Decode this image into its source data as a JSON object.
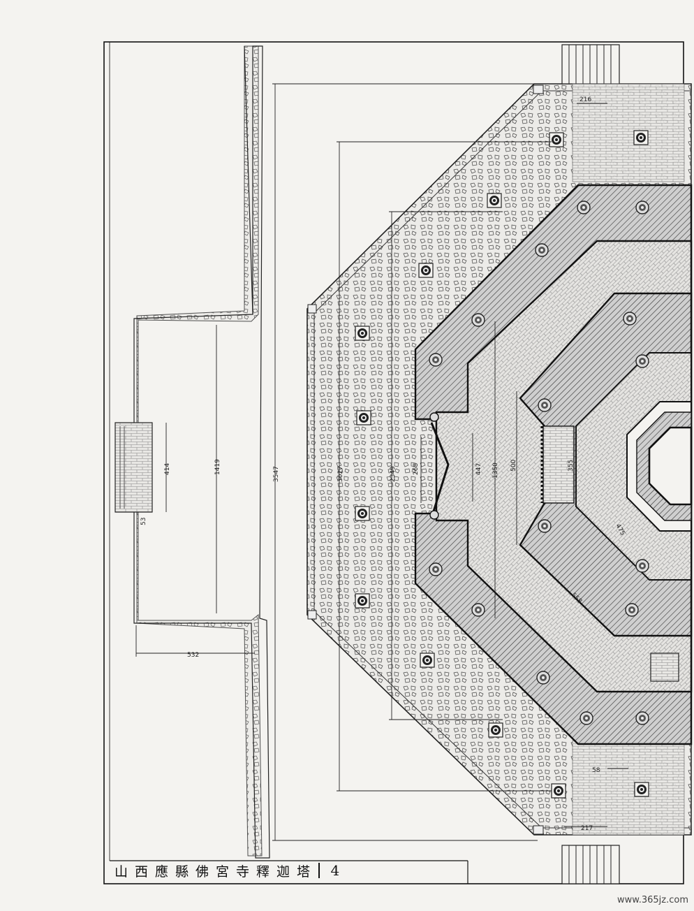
{
  "title_block": {
    "name": "山西應縣佛宮寺釋迦塔",
    "plate_number": "4"
  },
  "dimensions": {
    "d216": "216",
    "d414": "414",
    "d1419": "1419",
    "d3547": "3547",
    "d3027": "3027",
    "d2349": "2349",
    "d268": "268",
    "d447": "447",
    "d1350": "1350",
    "d500": "500",
    "d355": "355",
    "d475": "475",
    "d558": "558",
    "d532": "532",
    "d58": "58",
    "d217": "217",
    "d53": "53"
  },
  "watermark": "www.365jz.com",
  "colors": {
    "ink": "#1a1a1a",
    "paper": "#f4f3f0"
  }
}
